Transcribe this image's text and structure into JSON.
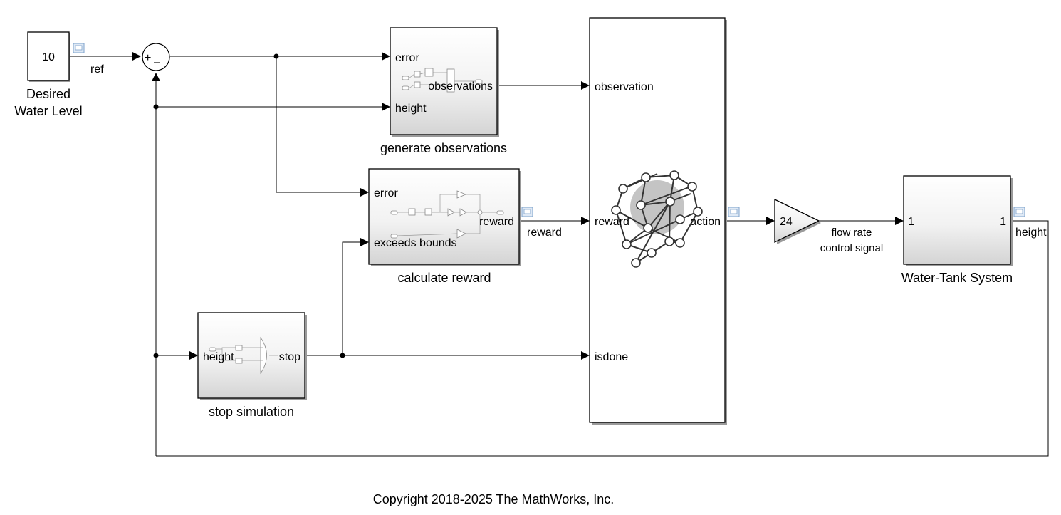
{
  "constant_block": {
    "value": "10",
    "caption_line1": "Desired",
    "caption_line2": "Water Level"
  },
  "signals": {
    "ref": "ref",
    "reward": "reward",
    "flow_rate_line1": "flow rate",
    "flow_rate_line2": "control signal",
    "height": "height"
  },
  "sum_block": {
    "plus": "+",
    "minus": "–"
  },
  "generate_observations": {
    "caption": "generate observations",
    "in_error": "error",
    "in_height": "height",
    "out_observations": "observations"
  },
  "calculate_reward": {
    "caption": "calculate reward",
    "in_error": "error",
    "in_exceeds": "exceeds bounds",
    "out_reward": "reward"
  },
  "stop_simulation": {
    "caption": "stop simulation",
    "in_height": "height",
    "out_stop": "stop"
  },
  "agent_block": {
    "in_observation": "observation",
    "in_reward": "reward",
    "in_isdone": "isdone",
    "out_action": "action"
  },
  "gain_block": {
    "value": "24"
  },
  "water_tank": {
    "caption": "Water-Tank System",
    "in_port": "1",
    "out_port": "1"
  },
  "copyright": "Copyright 2018-2025 The MathWorks, Inc.",
  "icons": {
    "scope": "signal-log-icon",
    "agent": "neural-network-icon"
  }
}
